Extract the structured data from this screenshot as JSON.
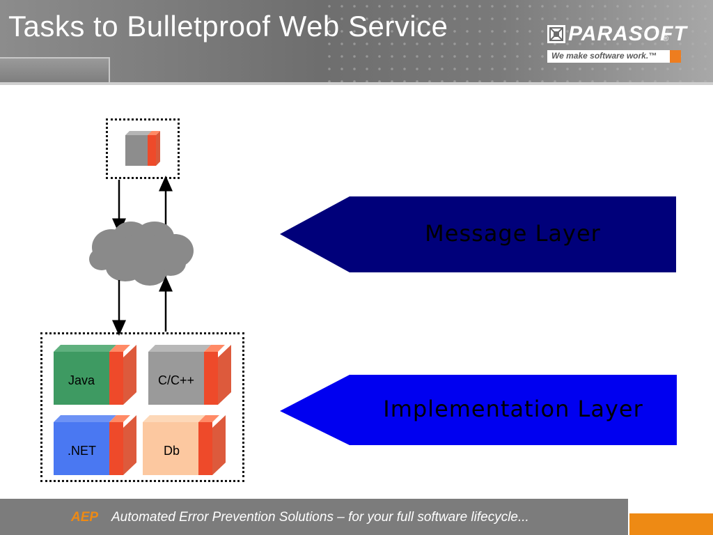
{
  "slide": {
    "title": "Tasks to Bulletproof Web Service"
  },
  "logo": {
    "name": "PARASOFT",
    "registered": "®",
    "tagline": "We make software work.™"
  },
  "diagram": {
    "blocks": [
      {
        "label": "Java",
        "color": "#3e9a62"
      },
      {
        "label": "C/C++",
        "color": "#9a9a9a"
      },
      {
        "label": ".NET",
        "color": "#4a78f2"
      },
      {
        "label": "Db",
        "color": "#fcc8a0"
      }
    ],
    "accent_color": "#ee5030",
    "cloud_color": "#8a8a8a"
  },
  "layers": [
    {
      "label": "Message Layer",
      "color": "#00007a"
    },
    {
      "label": "Implementation Layer",
      "color": "#0000f0"
    }
  ],
  "footer": {
    "aep": "AEP",
    "text": "Automated Error Prevention Solutions – for your full software lifecycle...",
    "accent": "#ee8a14"
  }
}
